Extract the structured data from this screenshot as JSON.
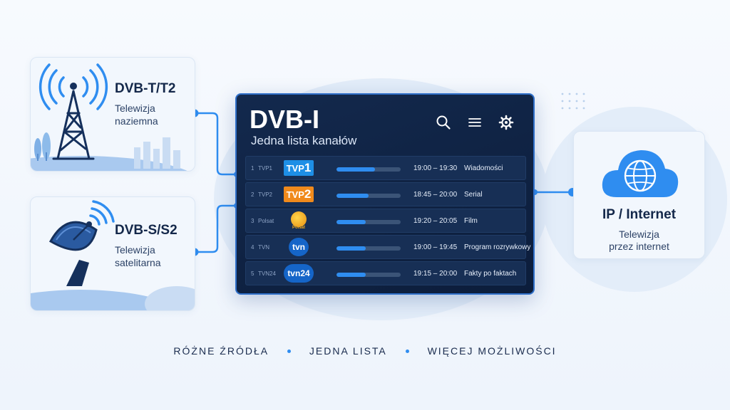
{
  "sources": {
    "terrestrial": {
      "title": "DVB-T/T2",
      "subtitle_line1": "Telewizja",
      "subtitle_line2": "naziemna"
    },
    "satellite": {
      "title": "DVB-S/S2",
      "subtitle_line1": "Telewizja",
      "subtitle_line2": "satelitarna"
    },
    "internet": {
      "title": "IP / Internet",
      "subtitle_line1": "Telewizja",
      "subtitle_line2": "przez internet"
    }
  },
  "panel": {
    "title": "DVB-I",
    "subtitle": "Jedna lista kanałów",
    "icons": [
      "search-icon",
      "menu-icon",
      "gear-icon"
    ],
    "channels": [
      {
        "number": "1",
        "name": "TVP1",
        "logo_text": "TVP",
        "logo_digit": "1",
        "progress": 0.6,
        "time": "19:00 – 19:30",
        "program": "Wiadomości"
      },
      {
        "number": "2",
        "name": "TVP2",
        "logo_text": "TVP",
        "logo_digit": "2",
        "progress": 0.5,
        "time": "18:45 – 20:00",
        "program": "Serial"
      },
      {
        "number": "3",
        "name": "Polsat",
        "logo_text": "Polsat",
        "progress": 0.45,
        "time": "19:20 – 20:05",
        "program": "Film"
      },
      {
        "number": "4",
        "name": "TVN",
        "logo_text": "tvn",
        "progress": 0.45,
        "time": "19:00 – 19:45",
        "program": "Program rozrywkowy"
      },
      {
        "number": "5",
        "name": "TVN24",
        "logo_text": "tvn24",
        "progress": 0.45,
        "time": "19:15 – 20:00",
        "program": "Fakty po faktach"
      }
    ]
  },
  "footer": {
    "item1": "RÓŻNE ŹRÓDŁA",
    "item2": "JEDNA LISTA",
    "item3": "WIĘCEJ MOŻLIWOŚCI"
  },
  "colors": {
    "accent": "#2f8df0",
    "panel_bg": "#0f2244",
    "tvp_blue": "#1e8fe6",
    "tvp_orange": "#f08a1c",
    "polsat_gold": "#f2a81a",
    "tvn_blue": "#1565c8"
  }
}
